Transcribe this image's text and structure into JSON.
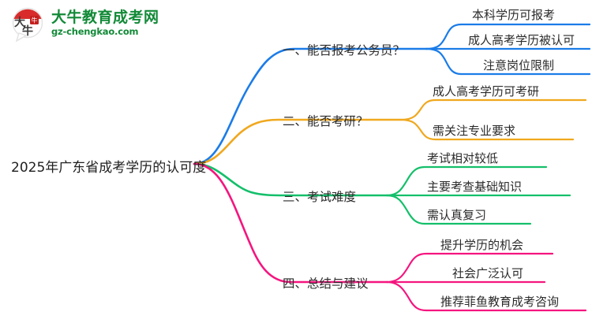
{
  "logo": {
    "name": "大牛教育成考网",
    "domain": "gz-chengkao.com",
    "mark_text": "大牛",
    "brand_green": "#128a37",
    "brand_red": "#d92b2b"
  },
  "mindmap": {
    "root": {
      "label": "2025年广东省成考学历的认可度"
    },
    "branches": [
      {
        "label": "一、能否报考公务员？",
        "color": "#1b7ce8",
        "leaves": [
          {
            "label": "本科学历可报考"
          },
          {
            "label": "成人高考学历被认可"
          },
          {
            "label": "注意岗位限制"
          }
        ]
      },
      {
        "label": "二、能否考研？",
        "color": "#f0a81e",
        "leaves": [
          {
            "label": "成人高考学历可考研"
          },
          {
            "label": "需关注专业要求"
          }
        ]
      },
      {
        "label": "三、考试难度",
        "color": "#14bf6a",
        "leaves": [
          {
            "label": "考试相对较低"
          },
          {
            "label": "主要考查基础知识"
          },
          {
            "label": "需认真复习"
          }
        ]
      },
      {
        "label": "四、总结与建议",
        "color": "#f5157f",
        "leaves": [
          {
            "label": "提升学历的机会"
          },
          {
            "label": "社会广泛认可"
          },
          {
            "label": "推荐菲鱼教育成考咨询"
          }
        ]
      }
    ]
  }
}
